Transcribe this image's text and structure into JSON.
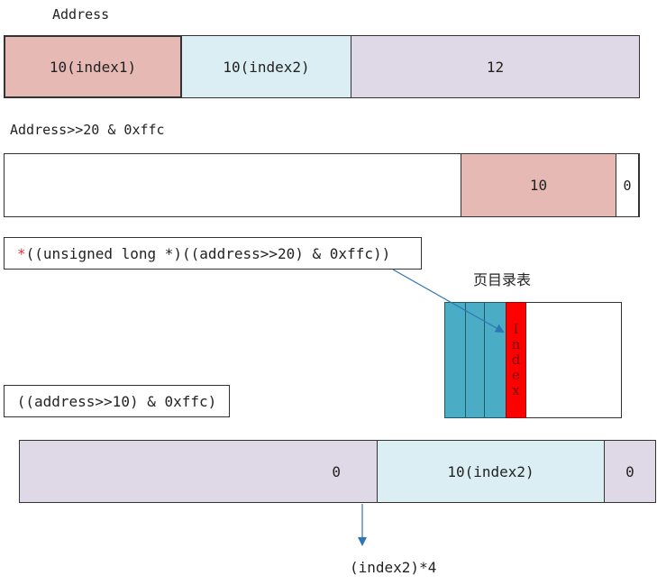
{
  "address_label": "Address",
  "address_fields": {
    "index1": "10(index1)",
    "index2": "10(index2)",
    "offset": "12"
  },
  "shift20_label": "Address>>20 & 0xffc",
  "shift20_fields": {
    "value": "10",
    "zero": "0"
  },
  "deref_expr": {
    "star": "*",
    "rest": "((unsigned long *)((address>>20) & 0xffc))"
  },
  "page_table_title": "页目录表",
  "page_table_index_letters": [
    "I",
    "n",
    "d",
    "e",
    "x"
  ],
  "shift10_label": "((address>>10) & 0xffc)",
  "shift10_fields": {
    "zero_left": "0",
    "index2": "10(index2)",
    "zero_right": "0"
  },
  "result_label": "(index2)*4",
  "colors": {
    "pink": "#e6b9b5",
    "cyan": "#daeef3",
    "lavender": "#dfd8e6",
    "teal": "#4bacc6",
    "red": "#ff0000",
    "arrow": "#2e75b6"
  }
}
